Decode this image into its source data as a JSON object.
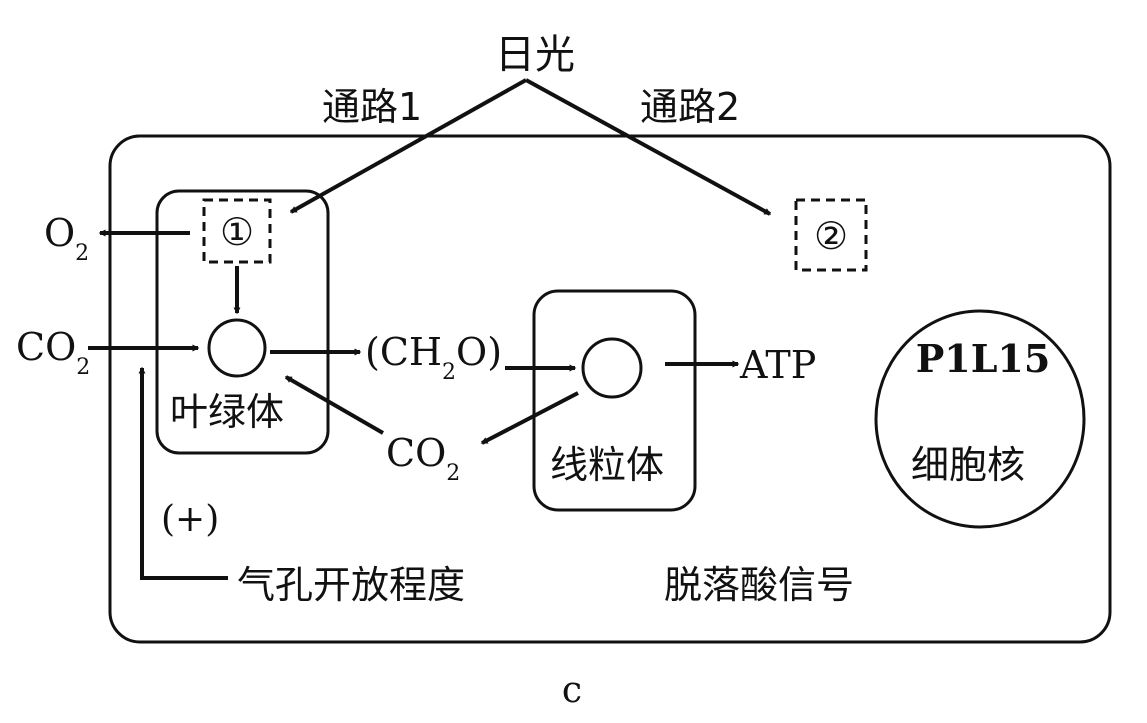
{
  "labels": {
    "sunlight": "日光",
    "pathway1": "通路1",
    "pathway2": "通路2",
    "marker1": "①",
    "marker2": "②",
    "o2": "O",
    "o2_sub": "2",
    "co2_left": "CO",
    "co2_left_sub": "2",
    "co2_mid": "CO",
    "co2_mid_sub": "2",
    "chloroplast": "叶绿体",
    "ch2o_open": "(CH",
    "ch2o_sub": "2",
    "ch2o_close": "O)",
    "mitochondrion": "线粒体",
    "atp": "ATP",
    "gene": "P1L15",
    "nucleus": "细胞核",
    "promote": "(+)",
    "stomata": "气孔开放程度",
    "aba": "脱落酸信号",
    "caption": "c"
  }
}
